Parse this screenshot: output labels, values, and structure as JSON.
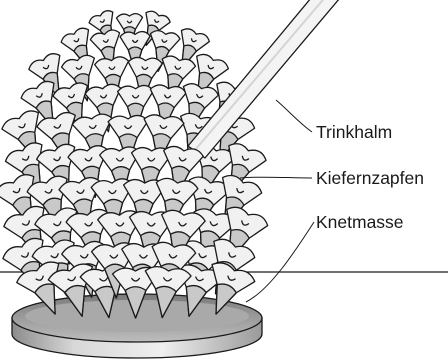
{
  "labels": {
    "straw": "Trinkhalm",
    "pinecone": "Kiefernzapfen",
    "clay": "Knetmasse"
  },
  "colors": {
    "outline": "#1a1a1a",
    "scale_fill": "#f1f1f1",
    "scale_shade": "#c9c9c9",
    "straw_fill": "#f4f4f4",
    "clay_dark": "#8a8a8a",
    "clay_light": "#e6e6e6"
  }
}
